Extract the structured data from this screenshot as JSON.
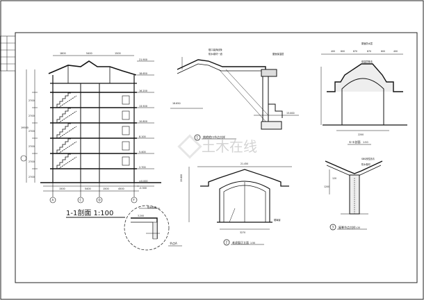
{
  "section": {
    "title": "1-1剖面 1:100",
    "levels": [
      "21.900",
      "18.650",
      "16.200",
      "13.500",
      "10.800",
      "8.100",
      "5.400",
      "2.700",
      "±0.000",
      "-0.300"
    ],
    "left_dims": [
      "2700",
      "2700",
      "2700",
      "2700",
      "2700",
      "2700"
    ],
    "total_height": "19500",
    "bottom_dims": [
      "1500",
      "5400",
      "1500",
      "4500"
    ],
    "top_dims": [
      "1800",
      "5400",
      "1500"
    ],
    "axis_labels": [
      "A",
      "C",
      "D",
      "F"
    ]
  },
  "detail1": {
    "number": "1",
    "title": "挑檐檐口节点大样",
    "notes": [
      "檐口装饰线条",
      "防水卷材一道",
      "屋面保温层"
    ],
    "dims": [
      "18.650",
      "15.000"
    ]
  },
  "detail_section": {
    "title": "①-①剖面",
    "scale": "1:50",
    "dims": [
      "400",
      "600",
      "870",
      "870",
      "600",
      "400"
    ],
    "notes": [
      "屋面防水层",
      "保温层做法"
    ],
    "width_dim": "2200"
  },
  "detail2": {
    "number": "2",
    "title": "老虎窗正立面",
    "scale": "1:50",
    "dims": [
      "21.450",
      "19.600",
      "3270"
    ],
    "note": "玻璃窗"
  },
  "detail3": {
    "number": "3",
    "title": "屋脊节点大样",
    "scale": "1:20",
    "notes": [
      "防水卷材",
      "SBS改性沥青"
    ],
    "dims": [
      "120",
      "1200"
    ]
  },
  "nodeA": {
    "title": "节点A",
    "notes": [
      "防水砂浆",
      "3.200"
    ]
  },
  "watermark": "土木在线"
}
